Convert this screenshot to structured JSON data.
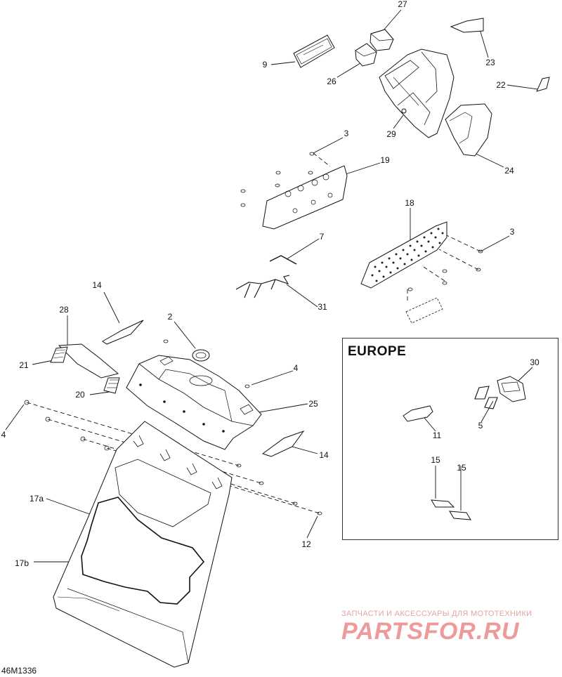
{
  "diagram": {
    "drawing_id": "46M1336",
    "inset_title": "EUROPE",
    "watermark": {
      "subtitle": "ЗАПЧАСТИ И АКСЕССУАРЫ ДЛЯ МОТОТЕХНИКИ",
      "logo": "PARTSFOR.RU"
    },
    "callouts": {
      "c27": "27",
      "c23": "23",
      "c9": "9",
      "c26": "26",
      "c22": "22",
      "c29": "29",
      "c3_top": "3",
      "c24": "24",
      "c19": "19",
      "c18": "18",
      "c3_right": "3",
      "c7": "7",
      "c31": "31",
      "c14_top": "14",
      "c28": "28",
      "c2": "2",
      "c21": "21",
      "c4_right": "4",
      "c20": "20",
      "c25": "25",
      "c4_left": "4",
      "c14_mid": "14",
      "c17a": "17a",
      "c17b": "17b",
      "c12": "12",
      "c30": "30",
      "c11": "11",
      "c5": "5",
      "c15_a": "15",
      "c15_b": "15"
    }
  }
}
